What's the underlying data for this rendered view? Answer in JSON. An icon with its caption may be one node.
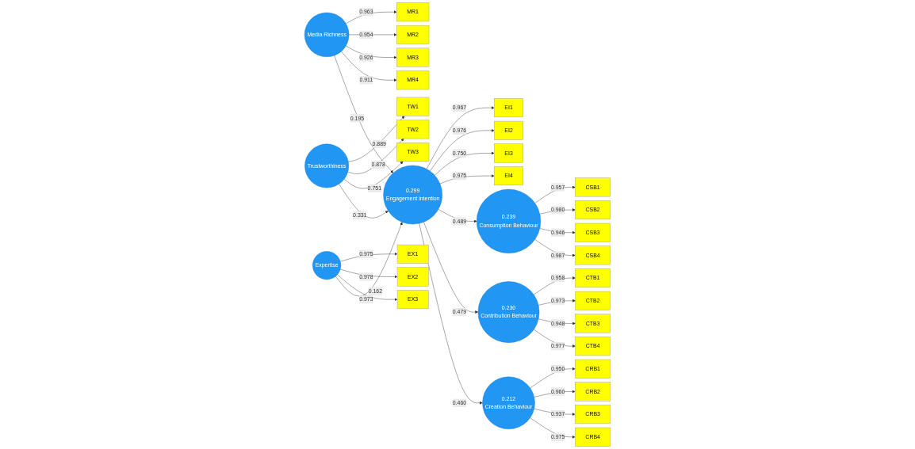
{
  "diagram": {
    "nodes": [
      {
        "text": [
          "MR1"
        ]
      },
      {
        "text": [
          "MR2"
        ]
      },
      {
        "text": [
          "MR3"
        ]
      },
      {
        "text": [
          "MR4"
        ]
      },
      {
        "text": [
          "Media Richness"
        ]
      },
      {
        "text": [
          "TW1"
        ]
      },
      {
        "text": [
          "TW2"
        ]
      },
      {
        "text": [
          "TW3"
        ]
      },
      {
        "text": [
          "Trustworthiness"
        ]
      },
      {
        "text": [
          "EX1"
        ]
      },
      {
        "text": [
          "EX2"
        ]
      },
      {
        "text": [
          "EX3"
        ]
      },
      {
        "text": [
          "Expertise"
        ]
      },
      {
        "text": [
          "EI1"
        ]
      },
      {
        "text": [
          "EI2"
        ]
      },
      {
        "text": [
          "EI3"
        ]
      },
      {
        "text": [
          "EI4"
        ]
      },
      {
        "text": [
          "0.299",
          "Engagement intention"
        ]
      },
      {
        "text": [
          "CSB1"
        ]
      },
      {
        "text": [
          "CSB2"
        ]
      },
      {
        "text": [
          "CSB3"
        ]
      },
      {
        "text": [
          "CSB4"
        ]
      },
      {
        "text": [
          "0.239",
          "Consumption Behaviour"
        ]
      },
      {
        "text": [
          "CTB1"
        ]
      },
      {
        "text": [
          "CTB2"
        ]
      },
      {
        "text": [
          "CTB3"
        ]
      },
      {
        "text": [
          "CTB4"
        ]
      },
      {
        "text": [
          "0.230",
          "Contribution Behaviour"
        ]
      },
      {
        "text": [
          "CRB1"
        ]
      },
      {
        "text": [
          "CRB2"
        ]
      },
      {
        "text": [
          "CRB3"
        ]
      },
      {
        "text": [
          "CRB4"
        ]
      },
      {
        "text": [
          "0.212",
          "Creation Behaviour"
        ]
      }
    ],
    "edges": [
      {
        "from": 4,
        "to": 0,
        "arrow": "to",
        "label": "0.963"
      },
      {
        "from": 4,
        "to": 1,
        "arrow": "to",
        "label": "0.954"
      },
      {
        "from": 4,
        "to": 2,
        "arrow": "to",
        "label": "0.926"
      },
      {
        "from": 4,
        "to": 3,
        "arrow": "to",
        "label": "0.911"
      },
      {
        "from": 8,
        "to": 5,
        "arrow": "to",
        "label": "0.889"
      },
      {
        "from": 8,
        "to": 6,
        "arrow": "to",
        "label": "0.878"
      },
      {
        "from": 8,
        "to": 7,
        "arrow": "to",
        "label": "0.751"
      },
      {
        "from": 12,
        "to": 9,
        "arrow": "to",
        "label": "0.975"
      },
      {
        "from": 12,
        "to": 10,
        "arrow": "to",
        "label": "0.978"
      },
      {
        "from": 12,
        "to": 11,
        "arrow": "to",
        "label": "0.973"
      },
      {
        "from": 4,
        "to": 17,
        "arrow": "to",
        "label": "0.195"
      },
      {
        "from": 8,
        "to": 17,
        "arrow": "to",
        "label": "0.331"
      },
      {
        "from": 12,
        "to": 17,
        "arrow": "to",
        "label": "0.162"
      },
      {
        "from": 17,
        "to": 13,
        "arrow": "to",
        "label": "0.967"
      },
      {
        "from": 17,
        "to": 14,
        "arrow": "to",
        "label": "0.976"
      },
      {
        "from": 17,
        "to": 15,
        "arrow": "to",
        "label": "0.750"
      },
      {
        "from": 17,
        "to": 16,
        "arrow": "to",
        "label": "0.975"
      },
      {
        "from": 17,
        "to": 22,
        "arrow": "to",
        "label": "0.489"
      },
      {
        "from": 17,
        "to": 27,
        "arrow": "to",
        "label": "0.479"
      },
      {
        "from": 17,
        "to": 32,
        "arrow": "to",
        "label": "0.460"
      },
      {
        "from": 22,
        "to": 18,
        "arrow": "to",
        "label": "0.957"
      },
      {
        "from": 22,
        "to": 19,
        "arrow": "to",
        "label": "0.980"
      },
      {
        "from": 22,
        "to": 20,
        "arrow": "to",
        "label": "0.946"
      },
      {
        "from": 22,
        "to": 21,
        "arrow": "to",
        "label": "0.987"
      },
      {
        "from": 27,
        "to": 23,
        "arrow": "to",
        "label": "0.958"
      },
      {
        "from": 27,
        "to": 24,
        "arrow": "to",
        "label": "0.973"
      },
      {
        "from": 27,
        "to": 25,
        "arrow": "to",
        "label": "0.948"
      },
      {
        "from": 27,
        "to": 26,
        "arrow": "to",
        "label": "0.977"
      },
      {
        "from": 32,
        "to": 28,
        "arrow": "to",
        "label": "0.950"
      },
      {
        "from": 32,
        "to": 29,
        "arrow": "to",
        "label": "0.960"
      },
      {
        "from": 32,
        "to": 30,
        "arrow": "to",
        "label": "0.937"
      },
      {
        "from": 32,
        "to": 31,
        "arrow": "to",
        "label": "0.975"
      }
    ]
  }
}
